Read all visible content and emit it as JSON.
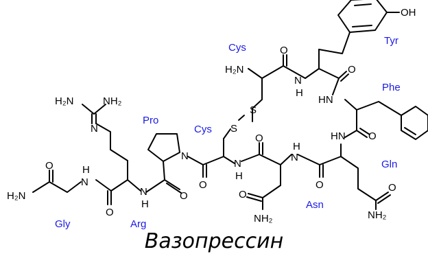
{
  "caption": "Вазопрессин",
  "colors": {
    "bond": "#000000",
    "residue_label": "#1a1ae6"
  },
  "atoms": {
    "oh": "OH",
    "h2n_cys": "H₂N",
    "nh": "N",
    "h": "H",
    "hn": "HN",
    "o": "O",
    "s": "S",
    "n": "N",
    "h2n": "H₂N",
    "nh2": "NH₂",
    "h2n_gly": "H₂N"
  },
  "residues": {
    "tyr": "Tyr",
    "cys1": "Cys",
    "phe": "Phe",
    "pro": "Pro",
    "cys2": "Cys",
    "gln": "Gln",
    "asn": "Asn",
    "gly": "Gly",
    "arg": "Arg"
  }
}
